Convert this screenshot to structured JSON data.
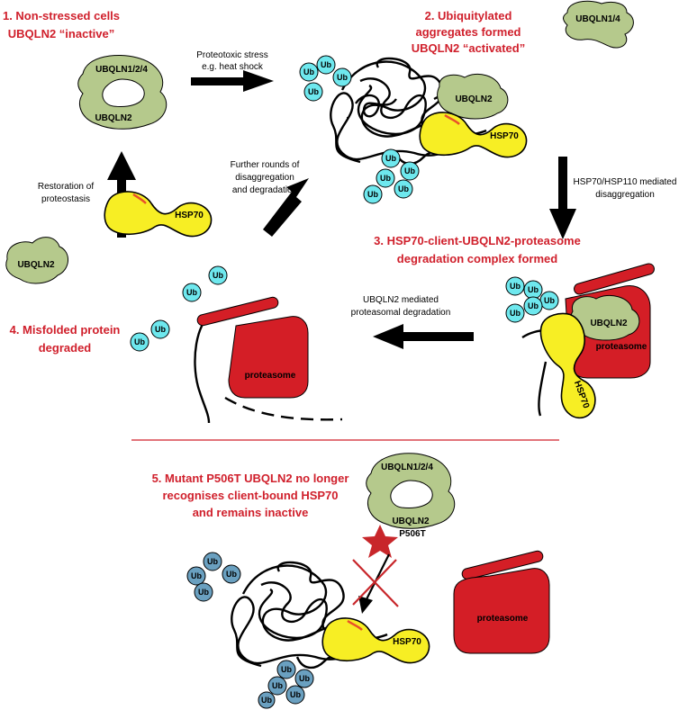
{
  "steps": {
    "step1": [
      "1. Non-stressed cells",
      "UBQLN2 “inactive”"
    ],
    "step2": [
      "2. Ubiquitylated",
      "aggregates formed",
      "UBQLN2 “activated”"
    ],
    "step3": [
      "3. HSP70-client-UBQLN2-proteasome",
      "degradation complex formed"
    ],
    "step4": [
      "4. Misfolded protein",
      "degraded"
    ],
    "step5": [
      "5. Mutant P506T UBQLN2 no longer",
      "recognises client-bound HSP70",
      "and remains inactive"
    ]
  },
  "arrows": {
    "stress": [
      "Proteotoxic stress",
      "e.g. heat shock"
    ],
    "disagg": [
      "HSP70/HSP110 mediated",
      "disaggregation"
    ],
    "degrade": [
      "UBQLN2 mediated",
      "proteasomal degradation"
    ],
    "further": [
      "Further rounds of",
      "disaggregation",
      "and degradation"
    ],
    "restore": [
      "Restoration of",
      "proteostasis"
    ]
  },
  "labels": {
    "ubqln124": "UBQLN1/2/4",
    "ubqln2": "UBQLN2",
    "ubqln14": "UBQLN1/4",
    "hsp70": "HSP70",
    "proteasome": "proteasome",
    "ub": "Ub",
    "ubqln2_mut": "UBQLN2",
    "p506t": "P506T"
  },
  "colors": {
    "title_red": "#d0202c",
    "ub_cyan": "#6ee8ee",
    "ub_blue": "#6aa0c0",
    "ubqln_green": "#b5c98c",
    "hsp70_yellow": "#f7ee24",
    "proteasome_red": "#d41e26"
  }
}
